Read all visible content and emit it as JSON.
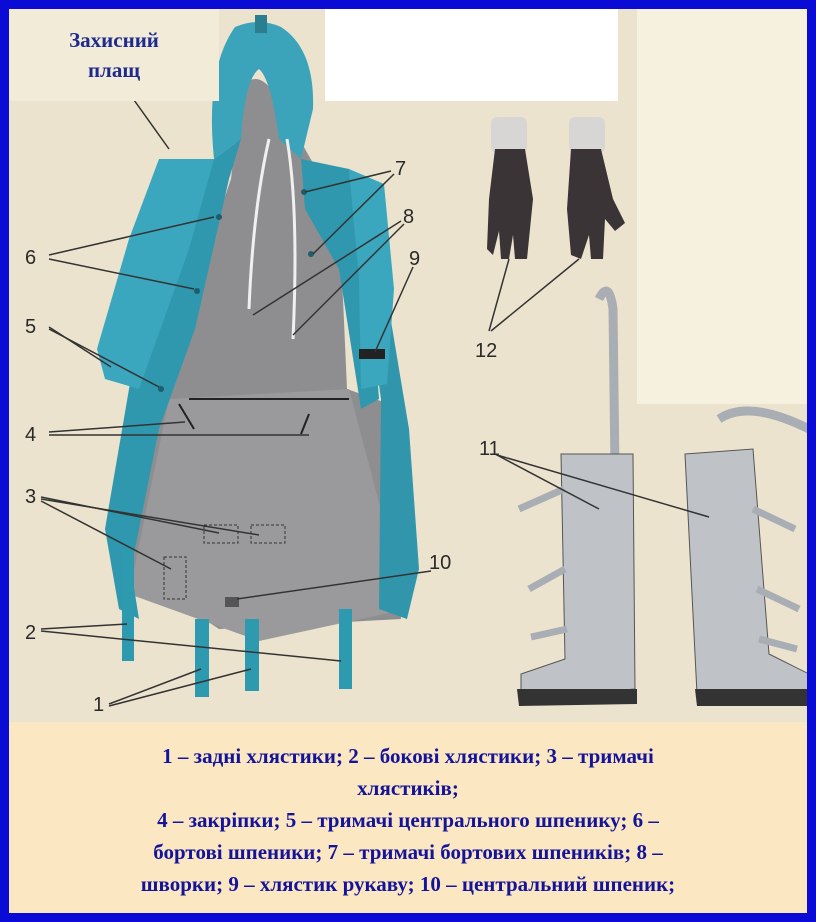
{
  "title": "Захисний\nплащ",
  "colors": {
    "frame": "#0b0bd6",
    "background": "#f3ead8",
    "caption_background": "#fbe7c2",
    "text": "#14149a",
    "cloak": "#2e9ab0",
    "overshoe": "#b9bcc2",
    "glove": "#3a3436"
  },
  "labels": {
    "l1": "1",
    "l2": "2",
    "l3": "3",
    "l4": "4",
    "l5": "5",
    "l6": "6",
    "l7": "7",
    "l8": "8",
    "l9": "9",
    "l10": "10",
    "l11": "11",
    "l12": "12"
  },
  "caption": {
    "line1": "1 – задні хлястики; 2 – бокові хлястики; 3 – тримачі",
    "line2": "хлястиків;",
    "line3": "4 – закріпки; 5 – тримачі центрального шпенику; 6 –",
    "line4": "бортові шпеники; 7 – тримачі бортових шпеників; 8 –",
    "line5": "шворки; 9 – хлястик рукаву; 10 – центральний шпеник;"
  }
}
